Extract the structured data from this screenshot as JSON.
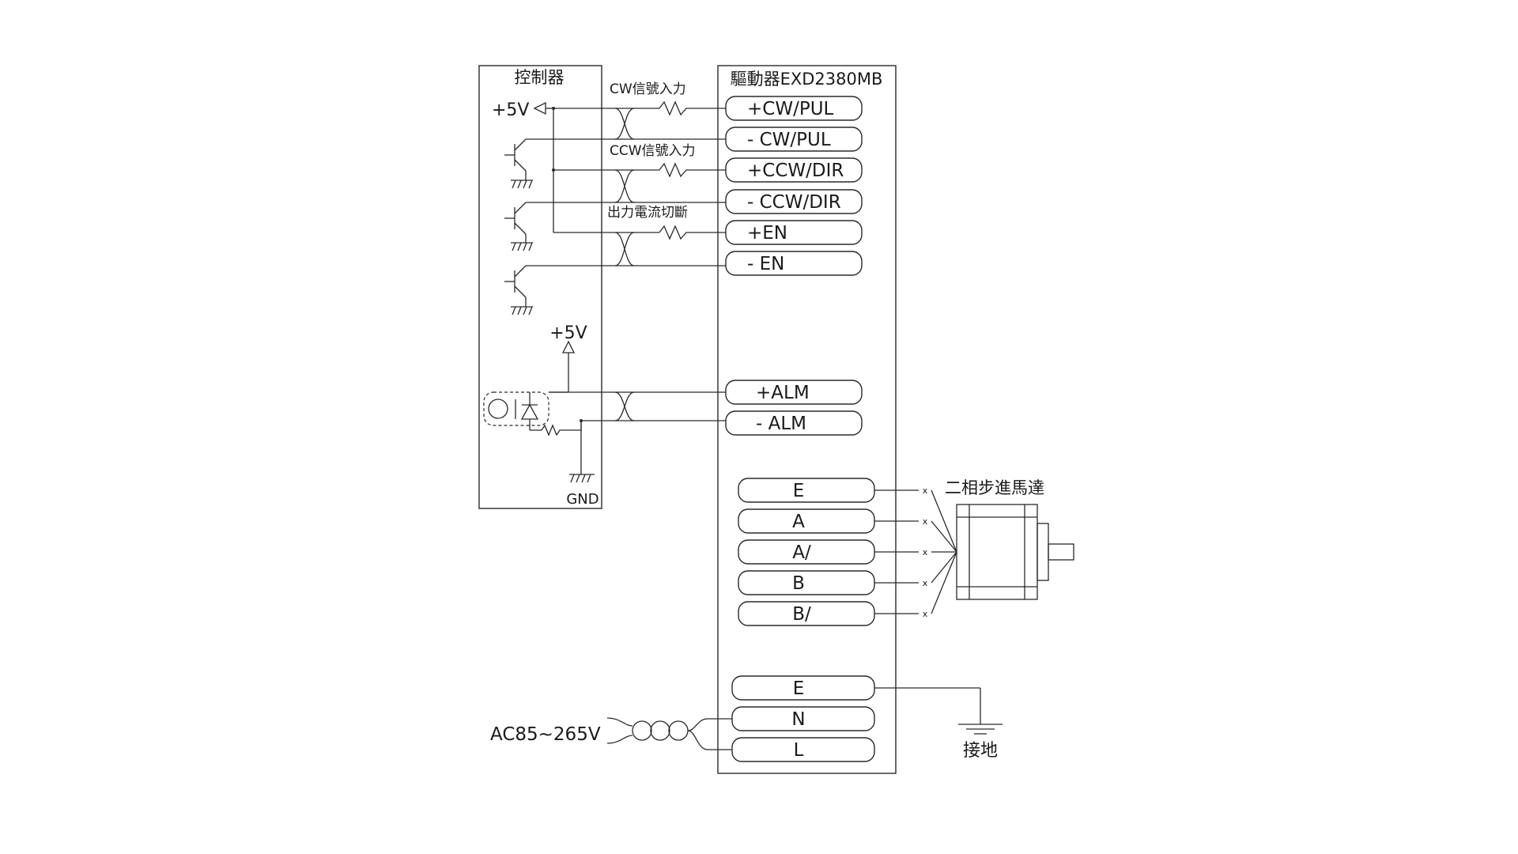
{
  "controller": {
    "title": "控制器",
    "plus5v_top": "+5V",
    "plus5v_mid": "+5V",
    "gnd": "GND"
  },
  "driver": {
    "title": "驅動器EXD2380MB"
  },
  "signals": {
    "cw_label": "CW信號入力",
    "ccw_label": "CCW信號入力",
    "en_label": "出力電流切斷"
  },
  "terminals_control": [
    "+CW/PUL",
    "- CW/PUL",
    "+CCW/DIR",
    "- CCW/DIR",
    "+EN",
    "- EN"
  ],
  "terminals_alarm": [
    "+ALM",
    "- ALM"
  ],
  "terminals_motor": [
    "E",
    "A",
    "A/",
    "B",
    "B/"
  ],
  "motor_marks": [
    "x",
    "x",
    "x",
    "x",
    "x"
  ],
  "motor": {
    "label": "二相步進馬達"
  },
  "terminals_power": [
    "E",
    "N",
    "L"
  ],
  "power": {
    "supply": "AC85~265V",
    "ground": "接地"
  }
}
